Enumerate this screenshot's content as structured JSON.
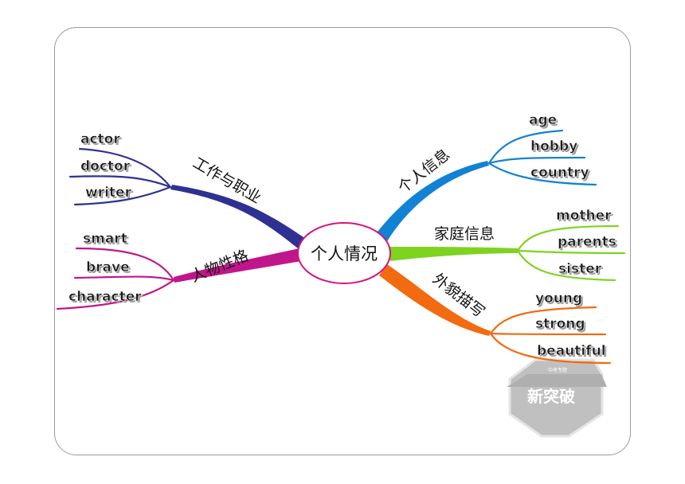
{
  "center": {
    "label": "个人情况"
  },
  "branches": [
    {
      "id": "job",
      "label": "工作与职业",
      "color": "#2e3192",
      "leaves": [
        "actor",
        "doctor",
        "writer"
      ]
    },
    {
      "id": "character",
      "label": "人物性格",
      "color": "#c0158b",
      "leaves": [
        "smart",
        "brave",
        "character"
      ]
    },
    {
      "id": "info",
      "label": "个人信息",
      "color": "#1282d4",
      "leaves": [
        "age",
        "hobby",
        "country"
      ]
    },
    {
      "id": "family",
      "label": "家庭信息",
      "color": "#7ed321",
      "leaves": [
        "mother",
        "parents",
        "sister"
      ]
    },
    {
      "id": "appearance",
      "label": "外貌描写",
      "color": "#f26b10",
      "leaves": [
        "young",
        "strong",
        "beautiful"
      ]
    }
  ],
  "watermark": {
    "text": "新突破",
    "badge": "中考专题"
  }
}
